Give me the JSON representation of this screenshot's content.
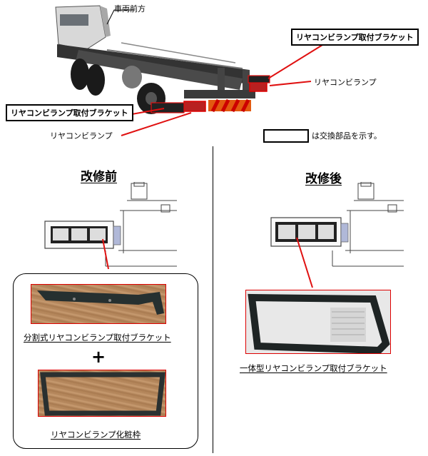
{
  "top": {
    "front_label": "車両前方",
    "bracket_label_right": "リヤコンビランプ取付ブラケット",
    "lamp_label_right": "リヤコンビランプ",
    "bracket_label_left": "リヤコンビランプ取付ブラケット",
    "lamp_label_left": "リヤコンビランプ",
    "legend_text": "は交換部品を示す。"
  },
  "before": {
    "title": "改修前",
    "part1_caption": "分割式リヤコンビランプ取付ブラケット",
    "plus": "+",
    "part2_caption": "リヤコンビランプ化粧枠"
  },
  "after": {
    "title": "改修後",
    "part_caption": "一体型リヤコンビランプ取付ブラケット"
  },
  "colors": {
    "accent_red": "#e01010",
    "frame_dark": "#222222"
  }
}
